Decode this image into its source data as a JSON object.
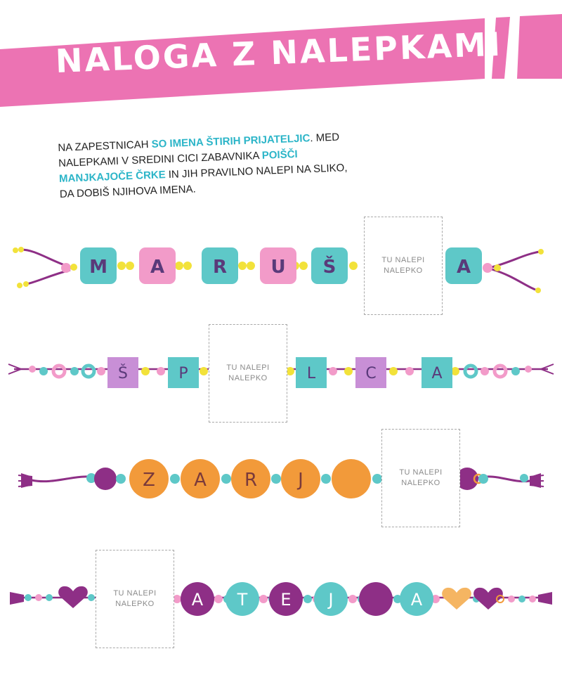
{
  "header": {
    "title": "NALOGA Z NALEPKAMI",
    "banner_color": "#ec73b3"
  },
  "instructions": {
    "part1": "NA ZAPESTNICAH ",
    "highlight1": "SO IMENA ŠTIRIH PRIJATELJIC",
    "part2": ". MED NALEPKAMI V SREDINI CICI ZABAVNIKA ",
    "highlight2": "POIŠČI MANJKAJOČE ČRKE",
    "part3": " IN JIH PRAVILNO NALEPI NA SLIKO, DA DOBIŠ NJIHOVA IMENA.",
    "highlight_color": "#2cb5c8"
  },
  "placeholder_text": {
    "line1": "TU NALEPI",
    "line2": "NALEPKO"
  },
  "bracelets": [
    {
      "letters": [
        "M",
        "A",
        "R",
        "U",
        "Š",
        "A"
      ],
      "missing_after_index": 4
    },
    {
      "letters": [
        "Š",
        "P",
        "L",
        "C",
        "A"
      ],
      "missing_after_index": 1
    },
    {
      "letters": [
        "Z",
        "A",
        "R",
        "J"
      ],
      "missing_after_index": 3
    },
    {
      "letters": [
        "A",
        "T",
        "E",
        "J",
        "A"
      ],
      "missing_after_index": -1
    }
  ],
  "colors": {
    "teal": "#5ec8c8",
    "pink": "#f29bc9",
    "purple": "#8e2f86",
    "yellow": "#f2e23a",
    "orange": "#f29a3a",
    "lavender": "#c88fd6",
    "dark_letter": "#5a3a7a"
  }
}
